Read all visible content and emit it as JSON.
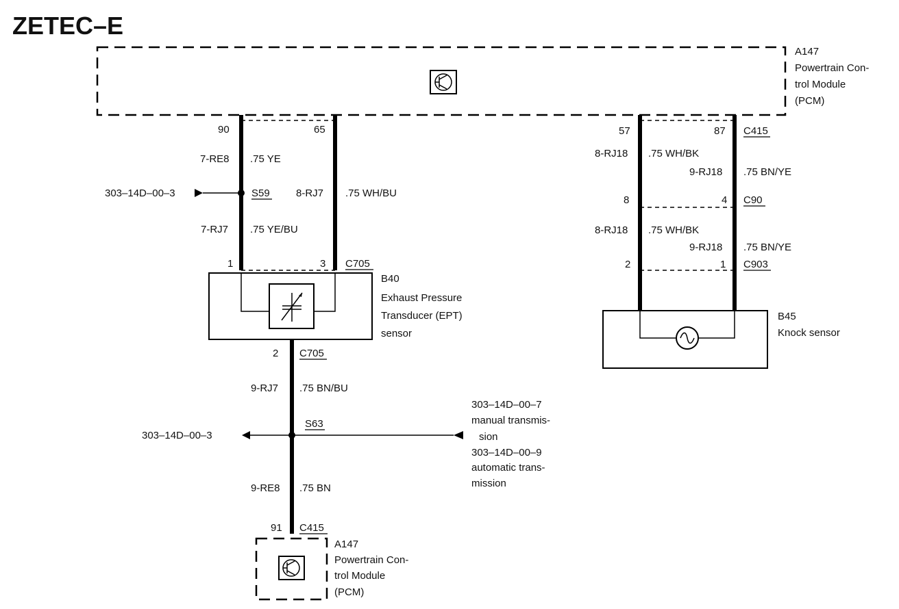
{
  "title": "ZETEC–E",
  "pcm_top": {
    "line1": "A147",
    "line2": "Powertrain Con-",
    "line3": "trol Module",
    "line4": "(PCM)",
    "icon": "transistor-icon"
  },
  "pcm_bottom": {
    "line1": "A147",
    "line2": "Powertrain Con-",
    "line3": "trol Module",
    "line4": "(PCM)",
    "icon": "transistor-icon"
  },
  "ept_circuit": {
    "pin_90": "90",
    "pin_65": "65",
    "wire_a_circuit": "7-RE8",
    "wire_a_color": ".75 YE",
    "splice_ref": "303–14D–00–3",
    "splice": "S59",
    "wire_b_circuit": "8-RJ7",
    "wire_b_color": ".75 WH/BU",
    "wire_c_circuit": "7-RJ7",
    "wire_c_color": ".75 YE/BU",
    "pin_1": "1",
    "pin_3": "3",
    "connector": "C705"
  },
  "ept_sensor": {
    "line1": "B40",
    "line2": "Exhaust Pressure",
    "line3": "Transducer (EPT)",
    "line4": "sensor",
    "icon": "variable-resistor-icon"
  },
  "ept_ground": {
    "pin_2": "2",
    "connector": "C705",
    "wire_d_circuit": "9-RJ7",
    "wire_d_color": ".75 BN/BU",
    "splice": "S63",
    "left_ref": "303–14D–00–3",
    "right_ref_1": "303–14D–00–7",
    "right_ref_1_desc_a": "manual transmis-",
    "right_ref_1_desc_b": "sion",
    "right_ref_2": "303–14D–00–9",
    "right_ref_2_desc_a": "automatic trans-",
    "right_ref_2_desc_b": "mission",
    "wire_e_circuit": "9-RE8",
    "wire_e_color": ".75 BN",
    "pin_91": "91",
    "pcm_connector": "C415"
  },
  "knock_circuit": {
    "pin_57": "57",
    "pin_87": "87",
    "connector_c415": "C415",
    "wire_f_circuit": "8-RJ18",
    "wire_f_color": ".75 WH/BK",
    "wire_g_circuit": "9-RJ18",
    "wire_g_color": ".75 BN/YE",
    "pin_8": "8",
    "pin_4": "4",
    "connector_c90": "C90",
    "wire_h_circuit": "8-RJ18",
    "wire_h_color": ".75 WH/BK",
    "wire_i_circuit": "9-RJ18",
    "wire_i_color": ".75 BN/YE",
    "pin_2": "2",
    "pin_1": "1",
    "connector_c903": "C903"
  },
  "knock_sensor": {
    "line1": "B45",
    "line2": "Knock sensor",
    "icon": "ac-source-icon"
  }
}
